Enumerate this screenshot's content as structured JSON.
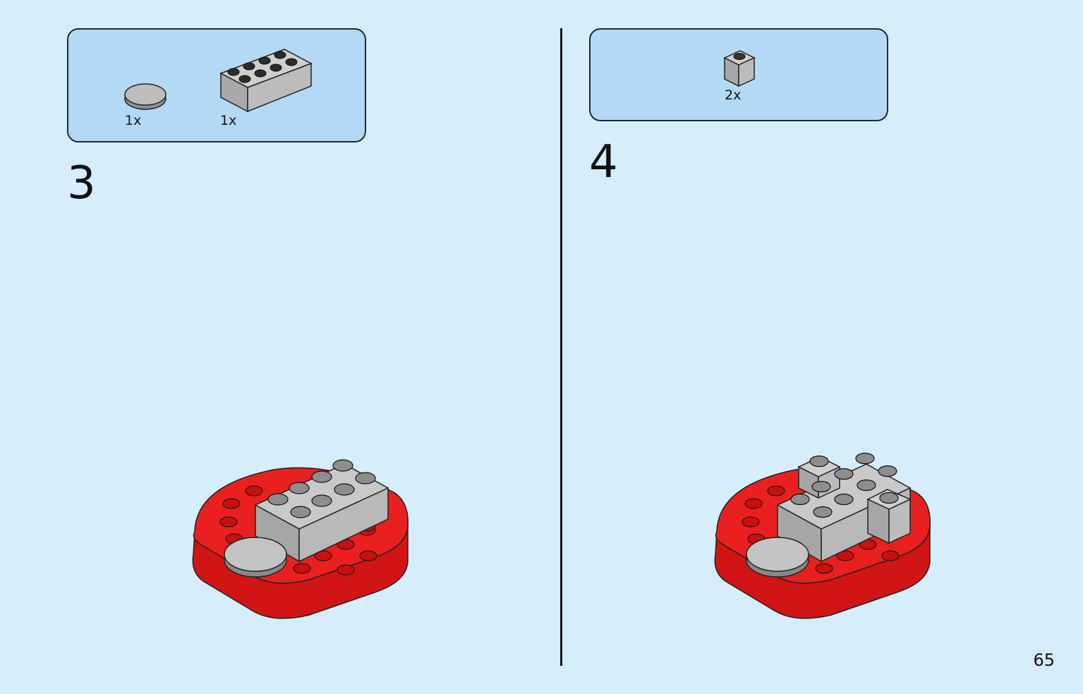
{
  "steps": [
    {
      "number": "3",
      "parts": [
        {
          "qty": "1x",
          "icon": "round-tile-2x2-gray-icon"
        },
        {
          "qty": "1x",
          "icon": "brick-2x4-gray-icon"
        }
      ]
    },
    {
      "number": "4",
      "parts": [
        {
          "qty": "2x",
          "icon": "brick-1x1-gray-icon"
        }
      ]
    }
  ],
  "page_number": "65",
  "colors": {
    "background": "#d6edfb",
    "parts_box": "#b3d9f5",
    "red_plate": "#e31b1b",
    "gray_brick": "#b4b4b4"
  }
}
